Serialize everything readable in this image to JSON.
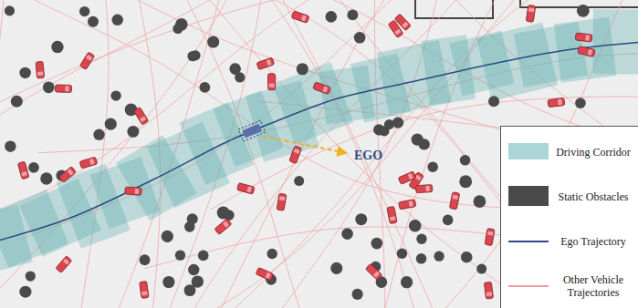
{
  "diagram": {
    "labels": [
      "EGO"
    ],
    "legend": [
      {
        "text": "Driving Corridor",
        "color": "#9dcfcf"
      },
      {
        "text": "Static Obstacles",
        "color": "#4a4a4a"
      },
      {
        "text": "Ego Trajectory"
      },
      {
        "text": "Other Vehicle Trajectories"
      }
    ]
  }
}
